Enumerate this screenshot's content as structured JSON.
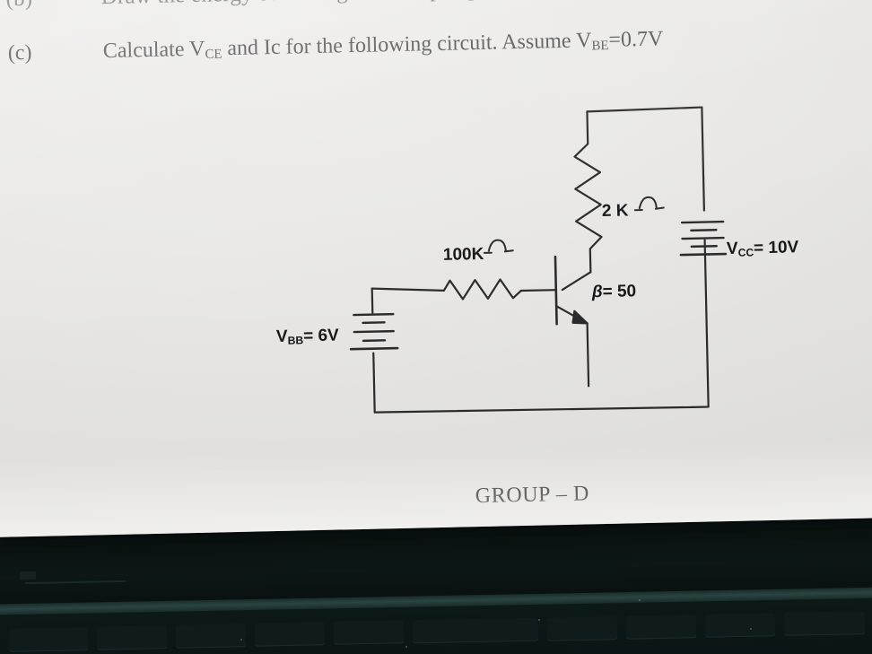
{
  "photo": {
    "subject": "exam-question-paper-photo",
    "paper_color": "#e9e8e6",
    "ink_color": "#17181a",
    "device_color": "#0c1615"
  },
  "questions": [
    {
      "label": "(b)",
      "text": "Draw the energy band diagram of a p-n-p transistor with proper bias",
      "clipped": true
    },
    {
      "label": "(c)",
      "text_parts": {
        "before_vce": "Calculate V",
        "vce_sub": "CE",
        "middle": " and Ic for the following circuit. Assume V",
        "vbe_sub": "BE",
        "after": "=0.7V"
      },
      "full_text": "Calculate VCE and Ic for the following circuit. Assume VBE=0.7V"
    }
  ],
  "circuit": {
    "type": "npn-common-emitter-bias",
    "components": [
      {
        "name": "base-resistor",
        "label": "100K",
        "unit": "Ω",
        "value": "100KΩ"
      },
      {
        "name": "collector-resistor",
        "label": "2 K",
        "unit": "Ω",
        "value": "2KΩ"
      },
      {
        "name": "transistor",
        "label_symbol": "β",
        "label_eq": "= 50",
        "value": "β = 50"
      },
      {
        "name": "base-supply",
        "symbol": "V",
        "sub": "BB",
        "eq": "= 6V",
        "value": "VBB = 6V"
      },
      {
        "name": "collector-supply",
        "symbol": "V",
        "sub": "CC",
        "eq": "= 10V",
        "value": "VCC = 10V"
      }
    ]
  },
  "footer": {
    "group_heading": "GROUP – D"
  }
}
